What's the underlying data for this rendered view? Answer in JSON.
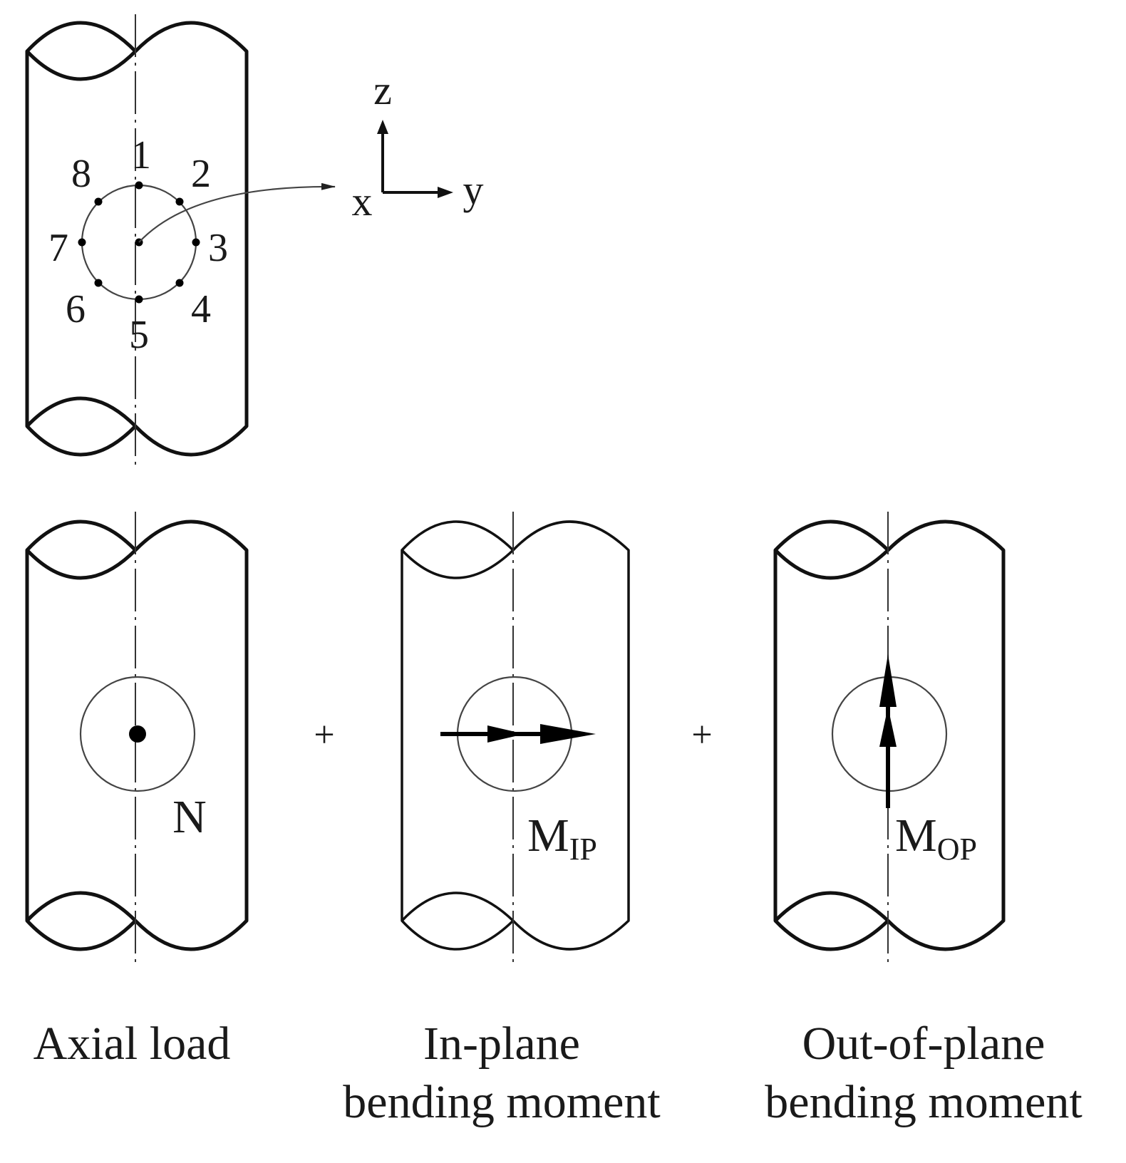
{
  "points": [
    "1",
    "2",
    "3",
    "4",
    "5",
    "6",
    "7",
    "8"
  ],
  "axes": {
    "z": "z",
    "x": "x",
    "y": "y"
  },
  "plus_sign": "+",
  "loads": {
    "axial": {
      "symbol": "N",
      "caption_line1": "Axial load",
      "caption_line2": ""
    },
    "in_plane": {
      "symbol": "M",
      "subscript": "IP",
      "caption_line1": "In-plane",
      "caption_line2": "bending moment"
    },
    "out_of_plane": {
      "symbol": "M",
      "subscript": "OP",
      "caption_line1": "Out-of-plane",
      "caption_line2": "bending moment"
    }
  }
}
